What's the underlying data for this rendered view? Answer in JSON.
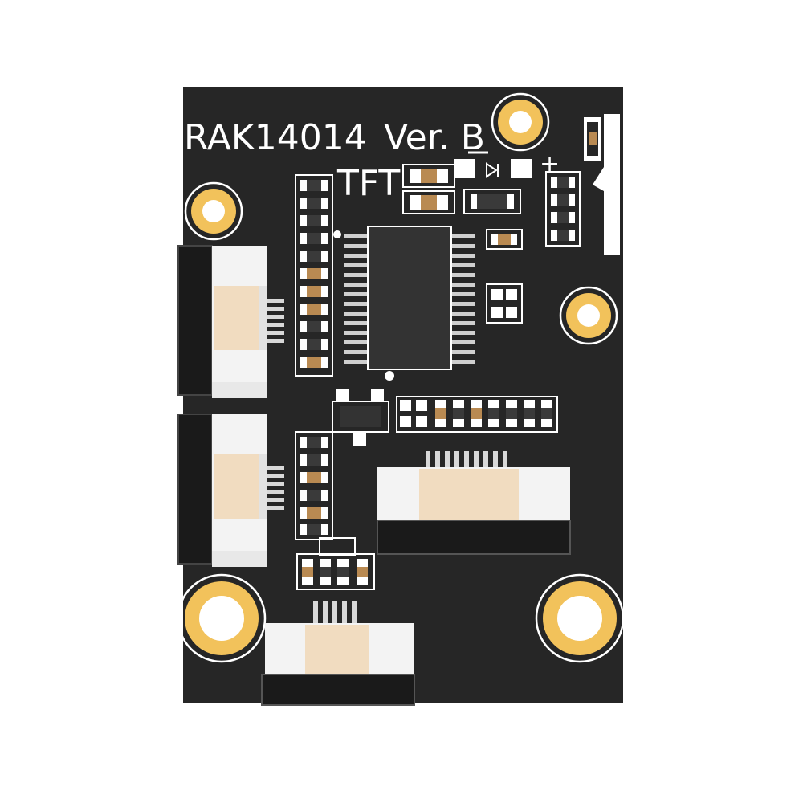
{
  "board": {
    "title": "RAK14014",
    "version": "Ver. B",
    "label": "TFT",
    "plus_mark": "+"
  },
  "colors": {
    "pcb": "#262626",
    "silkscreen": "#ffffff",
    "gold": "#f2c25b",
    "connector_body": "#eeeeee",
    "connector_beige": "#f1dcc0",
    "chip": "#333333",
    "resistor_body": "#3a3a3a",
    "capacitor_body": "#b98a52"
  }
}
